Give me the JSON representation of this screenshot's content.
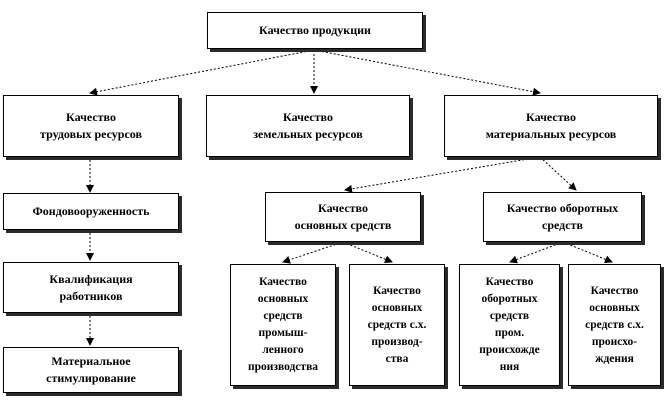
{
  "diagram": {
    "root": {
      "label": "Качество продукции"
    },
    "labor": {
      "label": "Качество\nтрудовых ресурсов"
    },
    "land": {
      "label": "Качество\nземельных ресурсов"
    },
    "material": {
      "label": "Качество\nматериальных ресурсов"
    },
    "capital_ratio": {
      "label": "Фондовооруженность"
    },
    "qualification": {
      "label": "Квалификация\nработников"
    },
    "incentive": {
      "label": "Материальное\nстимулирование"
    },
    "fixed_assets": {
      "label": "Качество\nосновных средств"
    },
    "working_assets": {
      "label": "Качество оборотных\nсредств"
    },
    "fixed_industrial": {
      "label": "Качество\nосновных\nсредств\nпромыш-\nленного\nпроизводства"
    },
    "fixed_agri": {
      "label": "Качество\nосновных\nсредств с.х.\nпроизвод-\nства"
    },
    "working_industrial": {
      "label": "Качество\nоборотных\nсредств\nпром.\nпроисхожде\nния"
    },
    "working_agri": {
      "label": "Качество\nосновных\nсредств с.х.\nпроисхо-\nждения"
    }
  },
  "colors": {
    "line": "#000000",
    "shadow": "#2b2b2b",
    "box_fill": "#ffffff"
  }
}
